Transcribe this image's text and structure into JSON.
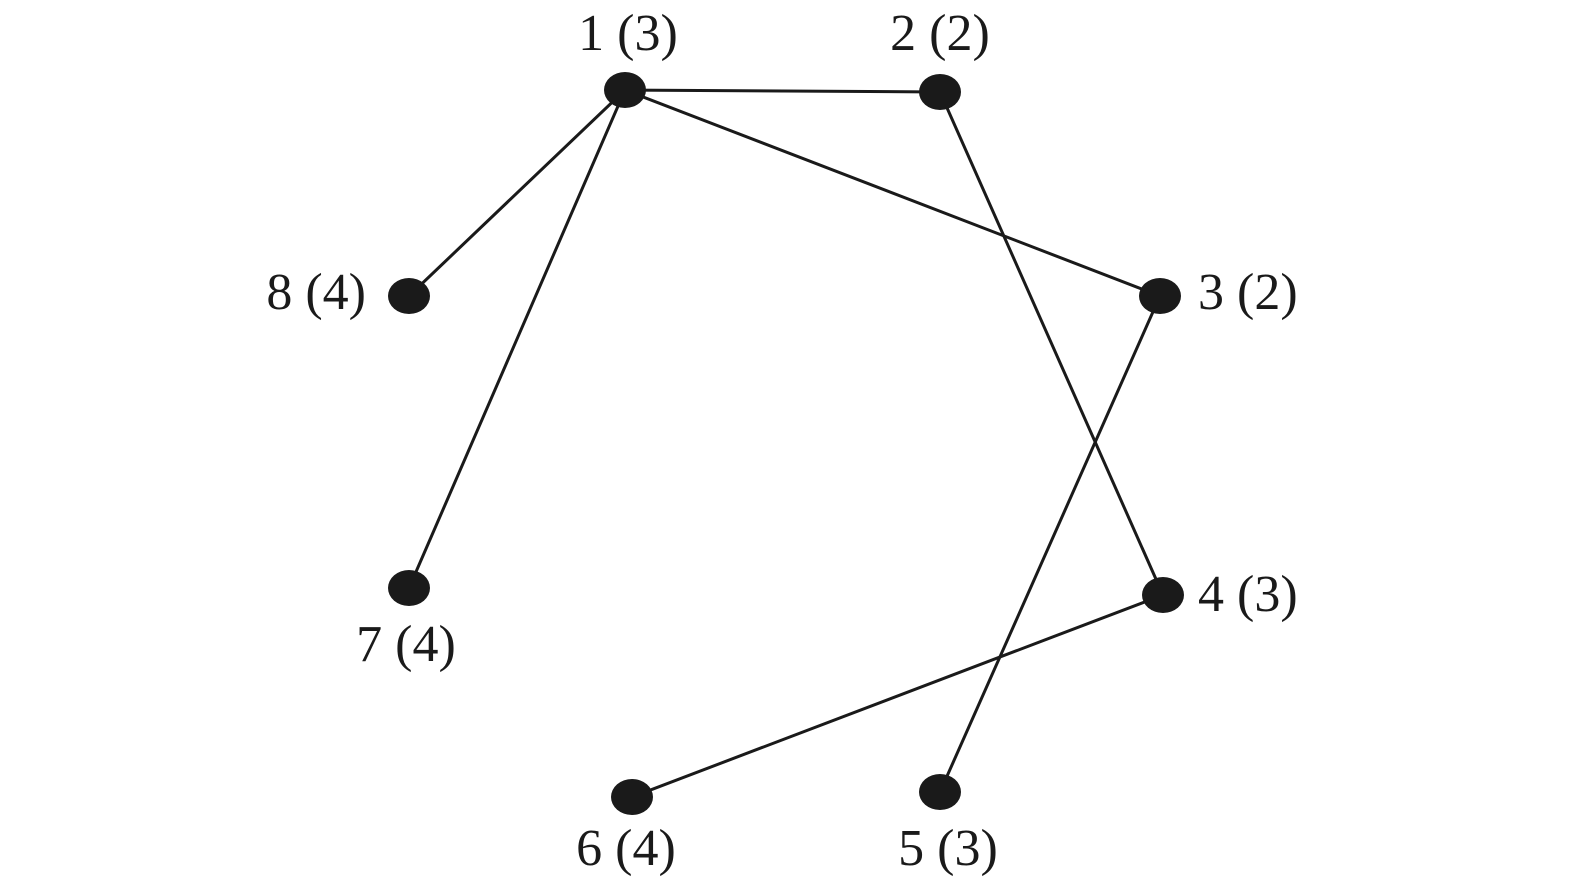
{
  "graph": {
    "nodes": [
      {
        "id": "1",
        "label": "1 (3)"
      },
      {
        "id": "2",
        "label": "2 (2)"
      },
      {
        "id": "3",
        "label": "3 (2)"
      },
      {
        "id": "4",
        "label": "4 (3)"
      },
      {
        "id": "5",
        "label": "5 (3)"
      },
      {
        "id": "6",
        "label": "6 (4)"
      },
      {
        "id": "7",
        "label": "7 (4)"
      },
      {
        "id": "8",
        "label": "8 (4)"
      }
    ],
    "edges": [
      {
        "from": "1",
        "to": "2"
      },
      {
        "from": "1",
        "to": "3"
      },
      {
        "from": "1",
        "to": "7"
      },
      {
        "from": "1",
        "to": "8"
      },
      {
        "from": "2",
        "to": "4"
      },
      {
        "from": "3",
        "to": "5"
      },
      {
        "from": "4",
        "to": "6"
      }
    ],
    "colors": {
      "ink": "#1a1a1a",
      "background": "#ffffff"
    }
  }
}
